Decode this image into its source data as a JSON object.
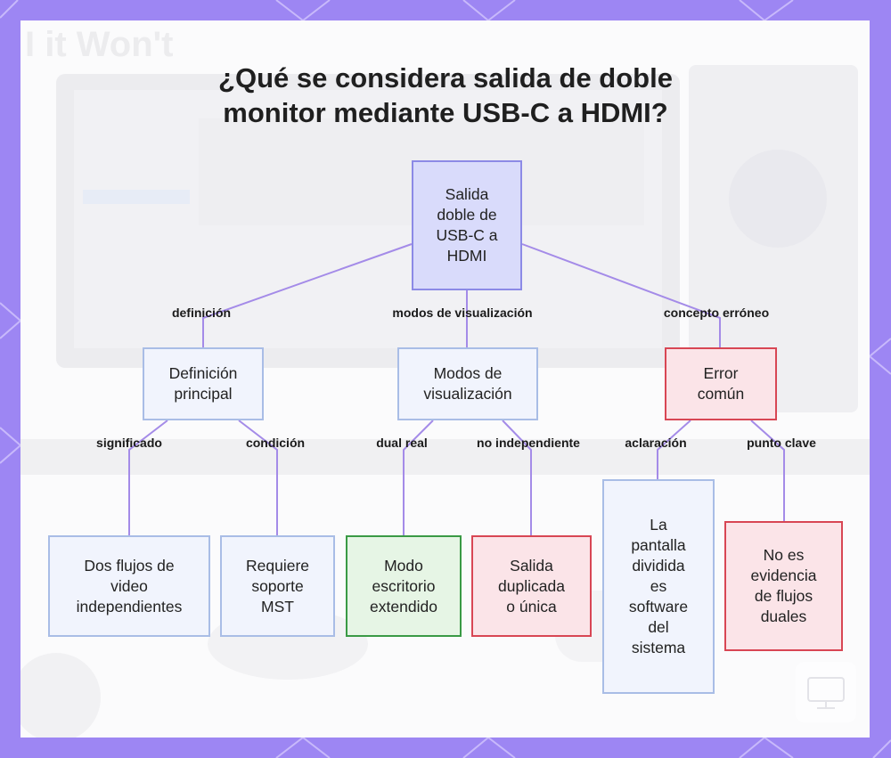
{
  "title": {
    "line1": "¿Qué se considera salida de doble",
    "line2": "monitor mediante USB-C a HDMI?"
  },
  "nodes": {
    "root": {
      "lines": [
        "Salida",
        "doble de",
        "USB-C a",
        "HDMI"
      ]
    },
    "definicion": {
      "lines": [
        "Definición",
        "principal"
      ]
    },
    "modos": {
      "lines": [
        "Modos de",
        "visualización"
      ]
    },
    "error": {
      "lines": [
        "Error",
        "común"
      ]
    },
    "flujos": {
      "lines": [
        "Dos flujos de",
        "video",
        "independientes"
      ]
    },
    "mst": {
      "lines": [
        "Requiere",
        "soporte",
        "MST"
      ]
    },
    "extendido": {
      "lines": [
        "Modo",
        "escritorio",
        "extendido"
      ]
    },
    "duplicada": {
      "lines": [
        "Salida",
        "duplicada",
        "o única"
      ]
    },
    "pantalla": {
      "lines": [
        "La",
        "pantalla",
        "dividida",
        "es",
        "software",
        "del",
        "sistema"
      ]
    },
    "evidencia": {
      "lines": [
        "No es",
        "evidencia",
        "de flujos",
        "duales"
      ]
    }
  },
  "edges": {
    "definicion": "definición",
    "modos": "modos de visualización",
    "concepto": "concepto erróneo",
    "significado": "significado",
    "condicion": "condición",
    "dual": "dual real",
    "no_indep": "no independiente",
    "aclaracion": "aclaración",
    "punto": "punto clave"
  },
  "colors": {
    "frame": "#9d86f3",
    "edge": "#a48be8",
    "root_fill": "#d9dbfb",
    "node_fill": "#f1f4fd",
    "error_fill": "#fbe4e8",
    "error_border": "#d84654",
    "success_fill": "#e6f5e5",
    "success_border": "#3a9a45"
  }
}
